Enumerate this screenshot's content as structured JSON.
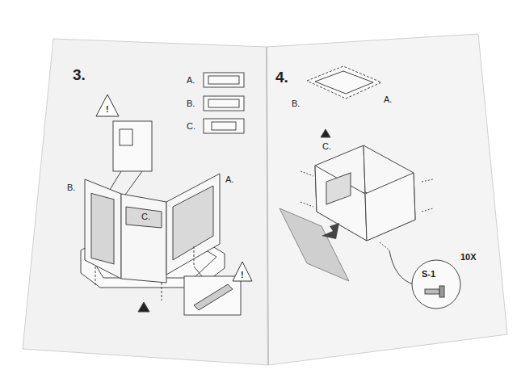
{
  "diagram": {
    "labels": [
      "3.",
      "A.",
      "B.",
      "C.",
      "!",
      "B.",
      "C.",
      "A.",
      "!",
      "4.",
      "B.",
      "A.",
      "C.",
      "S-1",
      "10X"
    ]
  }
}
